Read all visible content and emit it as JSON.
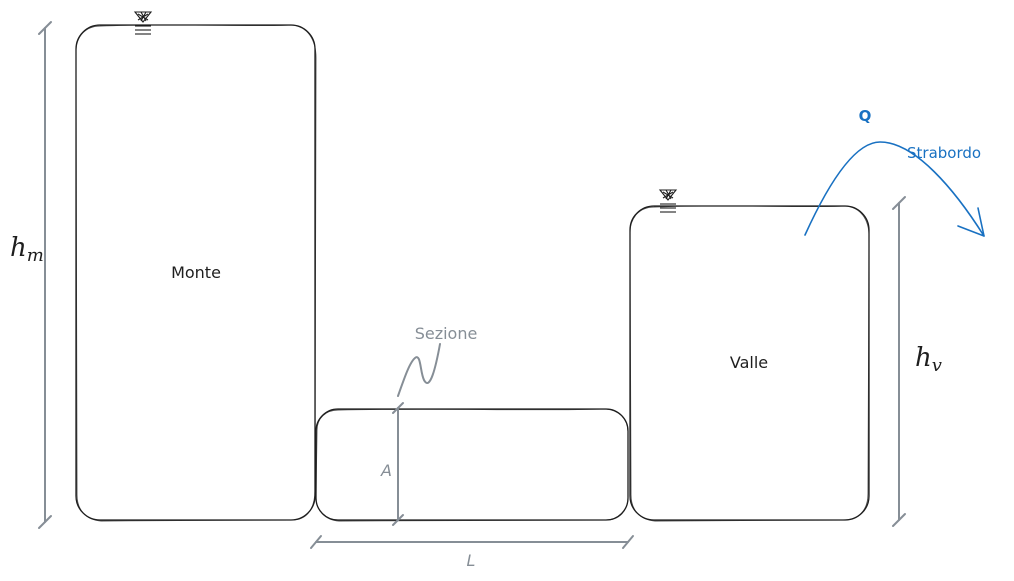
{
  "tanks": {
    "upstream_label": "Monte",
    "downstream_label": "Valle"
  },
  "pipe": {
    "section_label": "Sezione",
    "area_label": "A",
    "length_label": "L"
  },
  "dimensions": {
    "hm_base": "h",
    "hm_sub": "m",
    "hv_base": "h",
    "hv_sub": "v"
  },
  "flow": {
    "discharge_label": "Q",
    "overflow_label": "Strabordo"
  },
  "colors": {
    "ink": "#1e1e1e",
    "dimension": "#868e96",
    "flow": "#1971c2"
  }
}
